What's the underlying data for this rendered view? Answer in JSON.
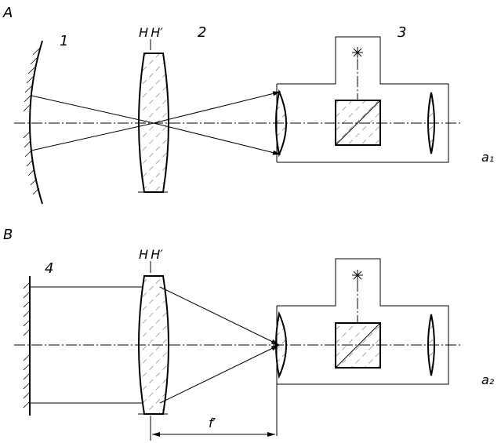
{
  "labels": {
    "panel_top": "A",
    "panel_bottom": "B",
    "mirror_curved": "1",
    "principal_planes_top": "H H′",
    "lens_top": "2",
    "autocollimator_top": "3",
    "distance_top": "a₁",
    "mirror_flat": "4",
    "principal_planes_bottom": "H H′",
    "distance_bottom": "a₂",
    "focal_length": "f′"
  },
  "icons": {
    "light_source": "asterisk-icon"
  }
}
